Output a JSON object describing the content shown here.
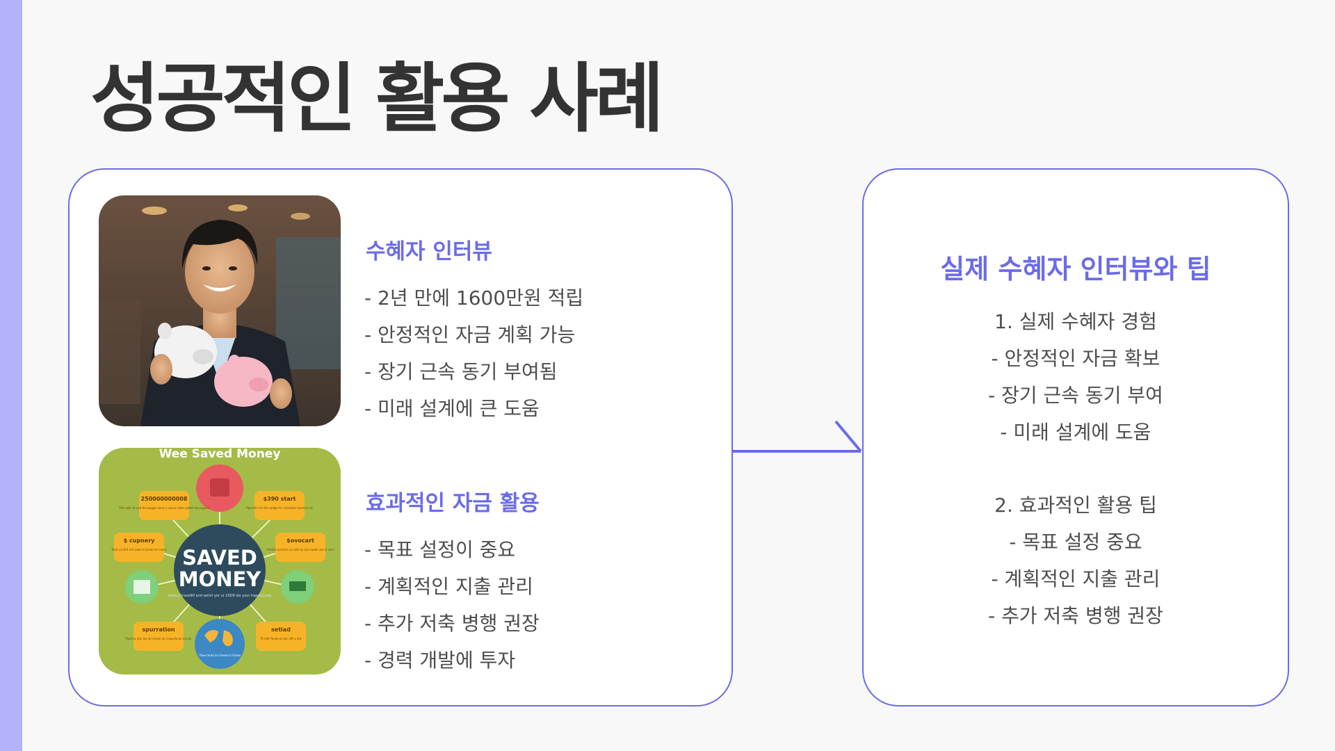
{
  "slide": {
    "title": "성공적인 활용 사례"
  },
  "left_card": {
    "photo": {
      "alt": ""
    },
    "infographic": {
      "header": "Wee Saved Money",
      "center_line1": "SAVED",
      "center_line2": "MONEY",
      "center_sub": "Sumcy trave90 and serict yor ur 10O9 les your hapeycuing",
      "bubbles": [
        "250000000008",
        "$390 start",
        "$ cupnery",
        "$ovocart",
        "spurration",
        "setiad"
      ],
      "bubble_texts": [
        "Thie tofs ist nad the bagjes deny e carue sekor pafert ste papers",
        "Pgrmnts for the sadge for irrevatian kavitiers at",
        "Toals ciratrd mit soak to tnnae for mens",
        "Clothat surmmn as rate ho ant coadn aut ar onrn",
        "Thed to yfar wa at rortuni on ciepurta at corvnir",
        "Te efdr foeds so dor efit a dat"
      ],
      "globe_caption": "Thee tonta lor trevel in hirane"
    },
    "sections": [
      {
        "heading": "수혜자 인터뷰",
        "bullets": [
          "- 2년 만에 1600만원 적립",
          "- 안정적인 자금 계획 가능",
          "- 장기 근속 동기 부여됨",
          "- 미래 설계에 큰 도움"
        ]
      },
      {
        "heading": "효과적인 자금 활용",
        "bullets": [
          "- 목표 설정이 중요",
          "- 계획적인 지출 관리",
          "- 추가 저축 병행 권장",
          "- 경력 개발에 투자"
        ]
      }
    ]
  },
  "right_card": {
    "title": "실제 수혜자 인터뷰와 팁",
    "group1": [
      "1. 실제 수혜자 경험",
      "- 안정적인 자금 확보",
      "- 장기 근속 동기 부여",
      "- 미래 설계에 도움"
    ],
    "group2": [
      "2. 효과적인 활용 팁",
      "- 목표 설정 중요",
      "- 계획적인 지출 관리",
      "- 추가 저축 병행 권장"
    ]
  },
  "colors": {
    "accent": "#6b6bea",
    "accent_bar": "#b3b2fb",
    "title_text": "#333333",
    "body_text": "#4d4d4d",
    "background": "#f8f8f9"
  }
}
